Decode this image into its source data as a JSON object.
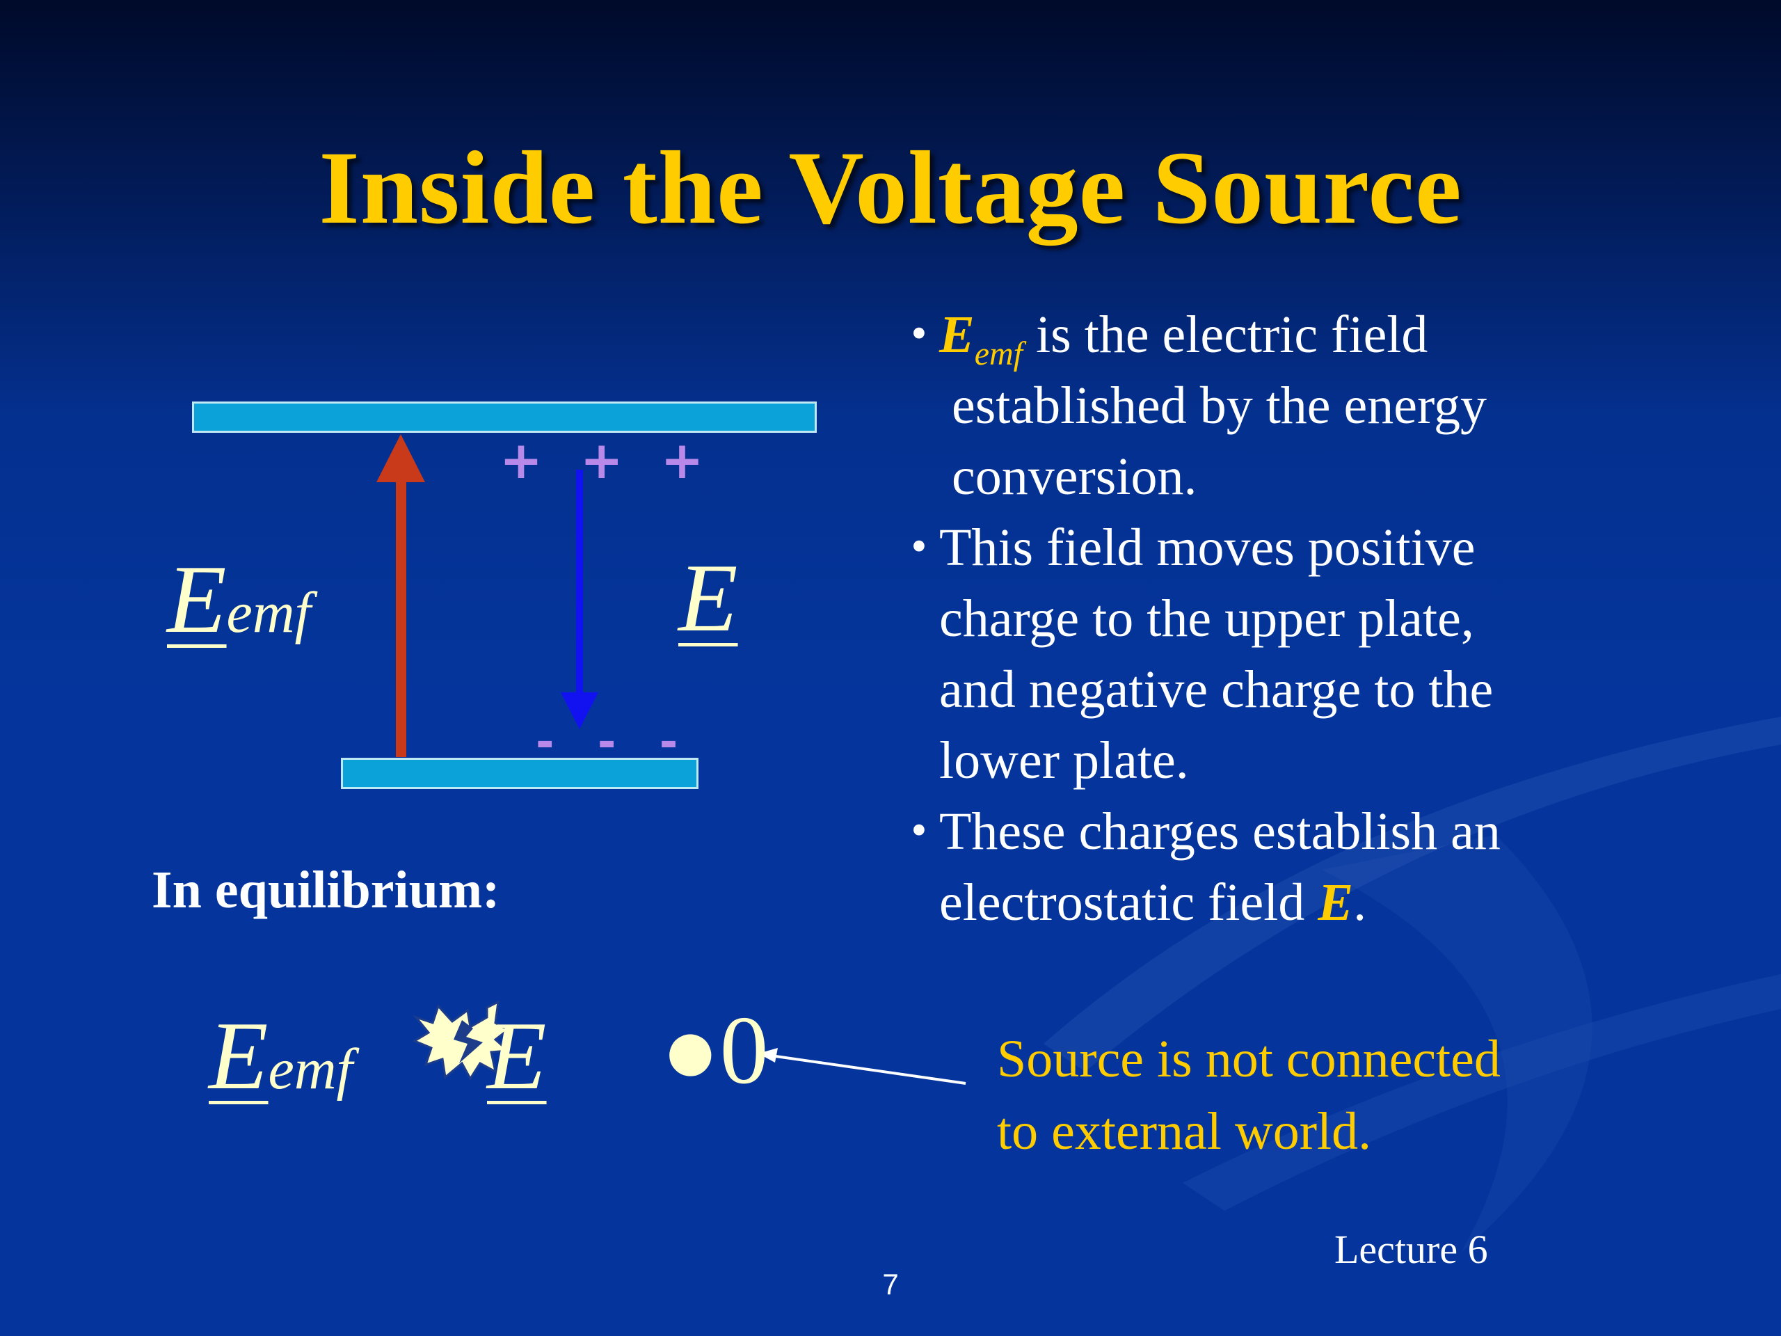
{
  "slide": {
    "title": "Inside the Voltage Source",
    "slide_number": "7",
    "footer": "Lecture 6"
  },
  "diagram": {
    "plus_charges": "+ + +",
    "minus_charges": "- - -",
    "emf_symbol": "E",
    "emf_subscript": "emf",
    "field_symbol": "E",
    "colors": {
      "plate": "#0aa2d8",
      "emf_arrow": "#c83a1a",
      "field_arrow": "#1212f0",
      "charge": "#b889e8"
    }
  },
  "equilibrium": {
    "label": "In equilibrium:",
    "emf_symbol": "E",
    "emf_subscript": "emf",
    "field_symbol": "E",
    "result": "●0"
  },
  "bullets": {
    "b1_symbol": "E",
    "b1_subscript": "emf",
    "b1_text_1": " is the electric field",
    "b1_text_2": "established by the energy",
    "b1_text_3": "conversion.",
    "b2_line_1": "This field moves positive",
    "b2_line_2": "charge to the upper plate,",
    "b2_line_3": "and negative charge to the",
    "b2_line_4": "lower plate.",
    "b3_line_1": "These charges establish an",
    "b3_line_2": "electrostatic field ",
    "b3_symbol": "E",
    "b3_end": ".",
    "bullet_char": "•"
  },
  "note": {
    "line_1": "Source is not connected",
    "line_2": "to external world."
  },
  "colors": {
    "title": "#ffcc00",
    "highlight": "#ffcc00",
    "background": "#05359c"
  }
}
